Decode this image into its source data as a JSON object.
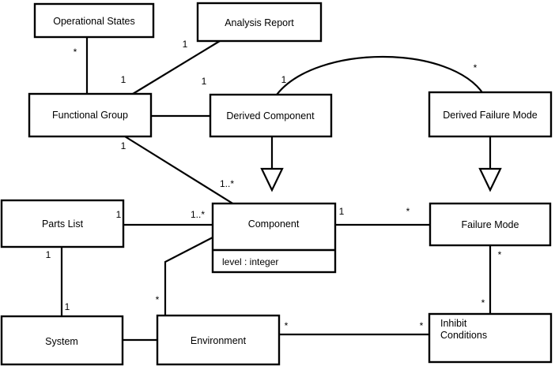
{
  "diagram": {
    "type": "uml-class-diagram",
    "background_color": "#ffffff",
    "line_color": "#000000",
    "classes": [
      {
        "id": "operational-states",
        "name": "Operational States",
        "attributes": []
      },
      {
        "id": "analysis-report",
        "name": "Analysis Report",
        "attributes": []
      },
      {
        "id": "functional-group",
        "name": "Functional Group",
        "attributes": []
      },
      {
        "id": "derived-component",
        "name": "Derived Component",
        "attributes": []
      },
      {
        "id": "derived-failure-mode",
        "name": "Derived Failure Mode",
        "attributes": []
      },
      {
        "id": "parts-list",
        "name": "Parts List",
        "attributes": []
      },
      {
        "id": "component",
        "name": "Component",
        "attributes": [
          "level : integer"
        ]
      },
      {
        "id": "failure-mode",
        "name": "Failure Mode",
        "attributes": []
      },
      {
        "id": "system",
        "name": "System",
        "attributes": []
      },
      {
        "id": "environment",
        "name": "Environment",
        "attributes": []
      },
      {
        "id": "inhibit-conditions",
        "name_line1": "Inhibit",
        "name_line2": "Conditions",
        "name": "Inhibit Conditions",
        "attributes": []
      }
    ],
    "associations": [
      {
        "from": "operational-states",
        "to": "functional-group",
        "from_multiplicity": "*",
        "to_multiplicity": "1",
        "style": "straight"
      },
      {
        "from": "analysis-report",
        "to": "functional-group",
        "from_multiplicity": "",
        "to_multiplicity": "1",
        "style": "diagonal"
      },
      {
        "from": "functional-group",
        "to": "derived-component",
        "from_multiplicity": "",
        "to_multiplicity": "1",
        "style": "straight"
      },
      {
        "from": "functional-group",
        "to": "component",
        "from_multiplicity": "1",
        "to_multiplicity": "1..*",
        "style": "diagonal"
      },
      {
        "from": "derived-component",
        "to": "derived-failure-mode",
        "from_multiplicity": "1",
        "to_multiplicity": "*",
        "style": "arc"
      },
      {
        "from": "parts-list",
        "to": "component",
        "from_multiplicity": "1",
        "to_multiplicity": "1..*",
        "style": "straight"
      },
      {
        "from": "parts-list",
        "to": "system",
        "from_multiplicity": "1",
        "to_multiplicity": "1",
        "style": "straight"
      },
      {
        "from": "component",
        "to": "failure-mode",
        "from_multiplicity": "1",
        "to_multiplicity": "*",
        "style": "straight"
      },
      {
        "from": "failure-mode",
        "to": "inhibit-conditions",
        "from_multiplicity": "*",
        "to_multiplicity": "*",
        "style": "straight"
      },
      {
        "from": "environment",
        "to": "component",
        "from_multiplicity": "*",
        "to_multiplicity": "",
        "style": "polyline"
      },
      {
        "from": "system",
        "to": "environment",
        "from_multiplicity": "",
        "to_multiplicity": "",
        "style": "straight"
      },
      {
        "from": "environment",
        "to": "inhibit-conditions",
        "from_multiplicity": "*",
        "to_multiplicity": "*",
        "style": "straight"
      }
    ],
    "generalizations": [
      {
        "child": "derived-component",
        "parent": "component"
      },
      {
        "child": "derived-failure-mode",
        "parent": "failure-mode"
      }
    ],
    "multiplicity_labels": {
      "opstates_to_fg_star": "*",
      "fg_to_opstates_one": "1",
      "analysis_one": "1",
      "fg_to_dc_one": "1",
      "dc_arc_one": "1",
      "dfm_arc_star": "*",
      "fg_to_comp_one": "1",
      "comp_from_fg_onestar": "1..*",
      "partslist_one": "1",
      "comp_from_pl_onestar": "1..*",
      "pl_to_sys_top_one": "1",
      "pl_to_sys_bottom_one": "1",
      "comp_to_fm_one": "1",
      "fm_from_comp_star": "*",
      "fm_to_ic_star": "*",
      "ic_from_fm_star": "*",
      "env_to_comp_star": "*",
      "env_to_ic_star": "*",
      "ic_from_env_star": "*"
    }
  }
}
